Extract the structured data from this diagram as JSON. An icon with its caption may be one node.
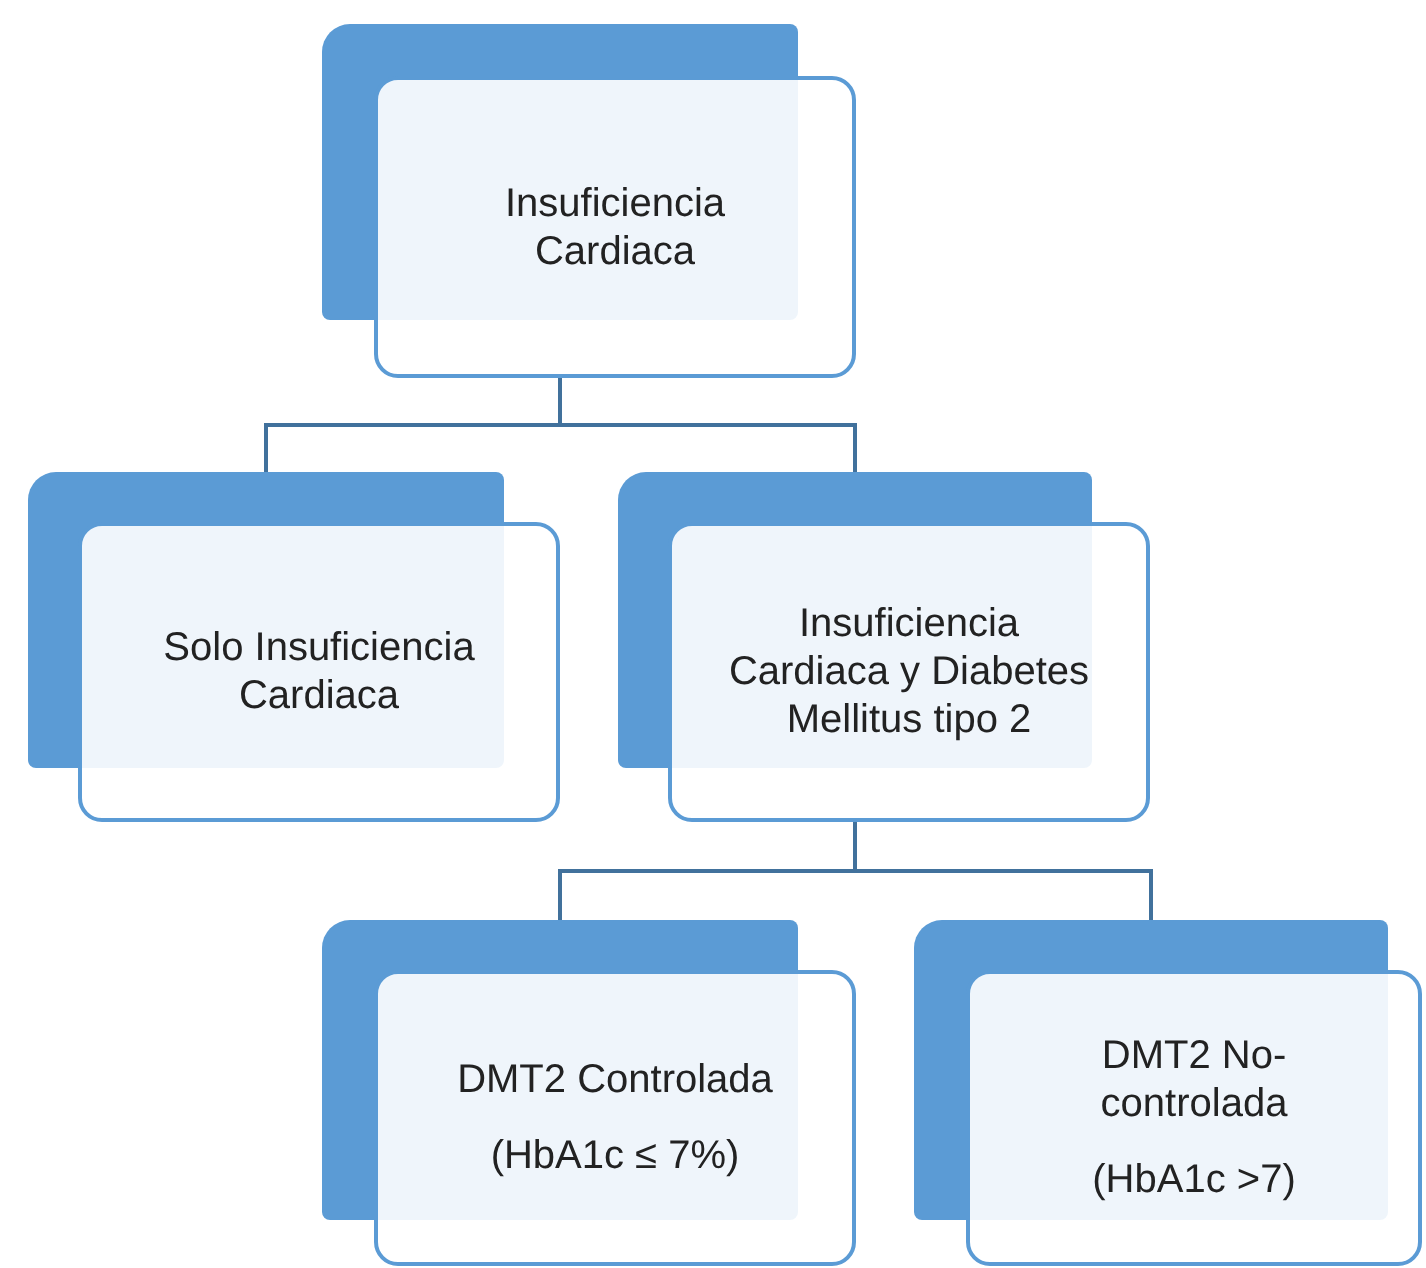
{
  "diagram": {
    "nodes": [
      {
        "text": [
          "Insuficiencia Cardiaca"
        ]
      },
      {
        "text": [
          "Solo Insuficiencia Cardiaca"
        ]
      },
      {
        "text": [
          "Insuficiencia Cardiaca y Diabetes Mellitus tipo 2"
        ]
      },
      {
        "text": [
          "DMT2 Controlada",
          "(HbA1c ≤ 7%)"
        ]
      },
      {
        "text": [
          "DMT2 No-controlada",
          "(HbA1c >7)"
        ]
      }
    ],
    "edges": [
      {
        "from": 0,
        "to": 1,
        "arrow": "none"
      },
      {
        "from": 0,
        "to": 2,
        "arrow": "none"
      },
      {
        "from": 2,
        "to": 3,
        "arrow": "none"
      },
      {
        "from": 2,
        "to": 4,
        "arrow": "none"
      }
    ]
  }
}
